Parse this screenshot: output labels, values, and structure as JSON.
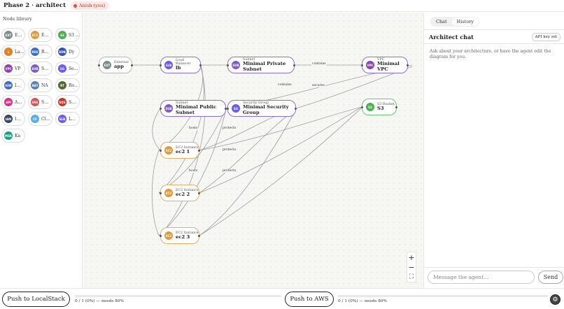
{
  "header": {
    "title": "Phase 2 · architect",
    "user": "Anish (you)"
  },
  "library": {
    "title": "Node library",
    "items": [
      {
        "abbr": "EXT",
        "label": "E…",
        "color": "#7f8c8d"
      },
      {
        "abbr": "EC2",
        "label": "E…",
        "color": "#e09a3e"
      },
      {
        "abbr": "S3",
        "label": "S3 …",
        "color": "#4caf50"
      },
      {
        "abbr": "λ",
        "label": "La…",
        "color": "#e67e22"
      },
      {
        "abbr": "RDS",
        "label": "R…",
        "color": "#3f6bc4"
      },
      {
        "abbr": "DDB",
        "label": "Dy",
        "color": "#3454b4"
      },
      {
        "abbr": "VPC",
        "label": "VP",
        "color": "#8e44ad"
      },
      {
        "abbr": "SUB",
        "label": "S…",
        "color": "#7d5cc6"
      },
      {
        "abbr": "SG",
        "label": "Se…",
        "color": "#6c5ce7"
      },
      {
        "abbr": "IGW",
        "label": "I…",
        "color": "#4a69bd"
      },
      {
        "abbr": "NAT",
        "label": "NA",
        "color": "#5f7fb0"
      },
      {
        "abbr": "RT",
        "label": "Ro…",
        "color": "#556b2f"
      },
      {
        "abbr": "API",
        "label": "A…",
        "color": "#d63384"
      },
      {
        "abbr": "SNS",
        "label": "S…",
        "color": "#d35454"
      },
      {
        "abbr": "SQS",
        "label": "S…",
        "color": "#c0392b"
      },
      {
        "abbr": "IAM",
        "label": "I…",
        "color": "#34495e"
      },
      {
        "abbr": "CF",
        "label": "Cl…",
        "color": "#5dade2"
      },
      {
        "abbr": "ELB",
        "label": "L…",
        "color": "#6c5ce7"
      },
      {
        "abbr": "MSK",
        "label": "Ka",
        "color": "#16a085"
      }
    ]
  },
  "canvas": {
    "nodes": {
      "external": {
        "abbr": "EXT",
        "kind": "External",
        "name": "app",
        "color": "#7f8c8d"
      },
      "lb": {
        "abbr": "ELB",
        "kind": "Load Balancer",
        "name": "lb",
        "color": "#6c5ce7"
      },
      "priv": {
        "abbr": "SUB",
        "kind": "Subnet",
        "name": "Minimal Private Subnet",
        "color": "#7d5cc6"
      },
      "vpc": {
        "abbr": "VPC",
        "kind": "VPC",
        "name": "Minimal VPC",
        "color": "#8e44ad"
      },
      "pub": {
        "abbr": "SUB",
        "kind": "Subnet",
        "name": "Minimal Public Subnet",
        "color": "#7d5cc6"
      },
      "sg": {
        "abbr": "SG",
        "kind": "Security Group",
        "name": "Minimal Security Group",
        "color": "#6c5ce7"
      },
      "s3": {
        "abbr": "S3",
        "kind": "S3 Bucket",
        "name": "S3",
        "color": "#4caf50"
      },
      "ec1": {
        "abbr": "EC2",
        "kind": "EC2 Instance",
        "name": "ec2 1",
        "color": "#e09a3e"
      },
      "ec2": {
        "abbr": "EC2",
        "kind": "EC2 Instance",
        "name": "ec2 2",
        "color": "#e09a3e"
      },
      "ec3": {
        "abbr": "EC2",
        "kind": "EC2 Instance",
        "name": "ec2 3",
        "color": "#e09a3e"
      }
    },
    "edge_labels": {
      "contains1": "contains",
      "contains2": "contains",
      "secures": "secures",
      "hosts1": "hosts",
      "protects1": "protects",
      "protects2": "protects",
      "hosts2": "hosts",
      "protects3": "protects"
    },
    "zoom": {
      "in": "+",
      "out": "−",
      "fit": "⛶"
    }
  },
  "chat": {
    "tabs": [
      "Chat",
      "History"
    ],
    "title": "Architect chat",
    "api_button": "API key set",
    "hint": "Ask about your architecture, or have the agent edit the diagram for you.",
    "placeholder": "Message the agent…",
    "send": "Send"
  },
  "bottom": {
    "localstack": "Push to LocalStack",
    "localstack_progress": 0,
    "localstack_status": "0 / 1 (0%) — needs 80%",
    "aws": "Push to AWS",
    "aws_progress": 0,
    "aws_status": "0 / 1 (0%) — needs 80%"
  }
}
